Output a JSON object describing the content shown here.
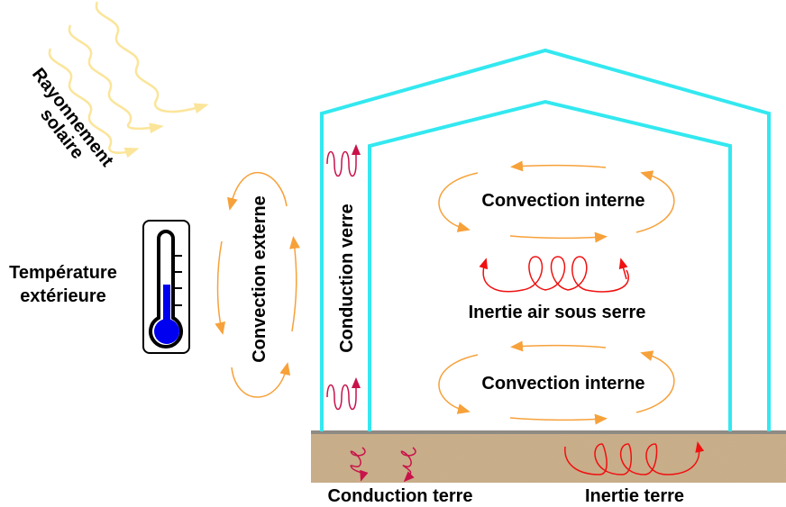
{
  "labels": {
    "solar_radiation_line1": "Rayonnement",
    "solar_radiation_line2": "solaire",
    "outside_temp_line1": "Température",
    "outside_temp_line2": "extérieure",
    "external_convection": "Convection externe",
    "glass_conduction": "Conduction verre",
    "internal_convection_top": "Convection interne",
    "internal_convection_bottom": "Convection interne",
    "air_inertia": "Inertie air sous serre",
    "ground_conduction": "Conduction terre",
    "ground_inertia": "Inertie terre"
  },
  "colors": {
    "glass": "#33E8F0",
    "convection_arrow": "#F7A13A",
    "conduction_wave": "#C8124A",
    "inertia_spiral": "#F01010",
    "sun_ray": "#FBE59A",
    "ground": "#C9AC86",
    "thermometer_fill": "#0000F0"
  }
}
